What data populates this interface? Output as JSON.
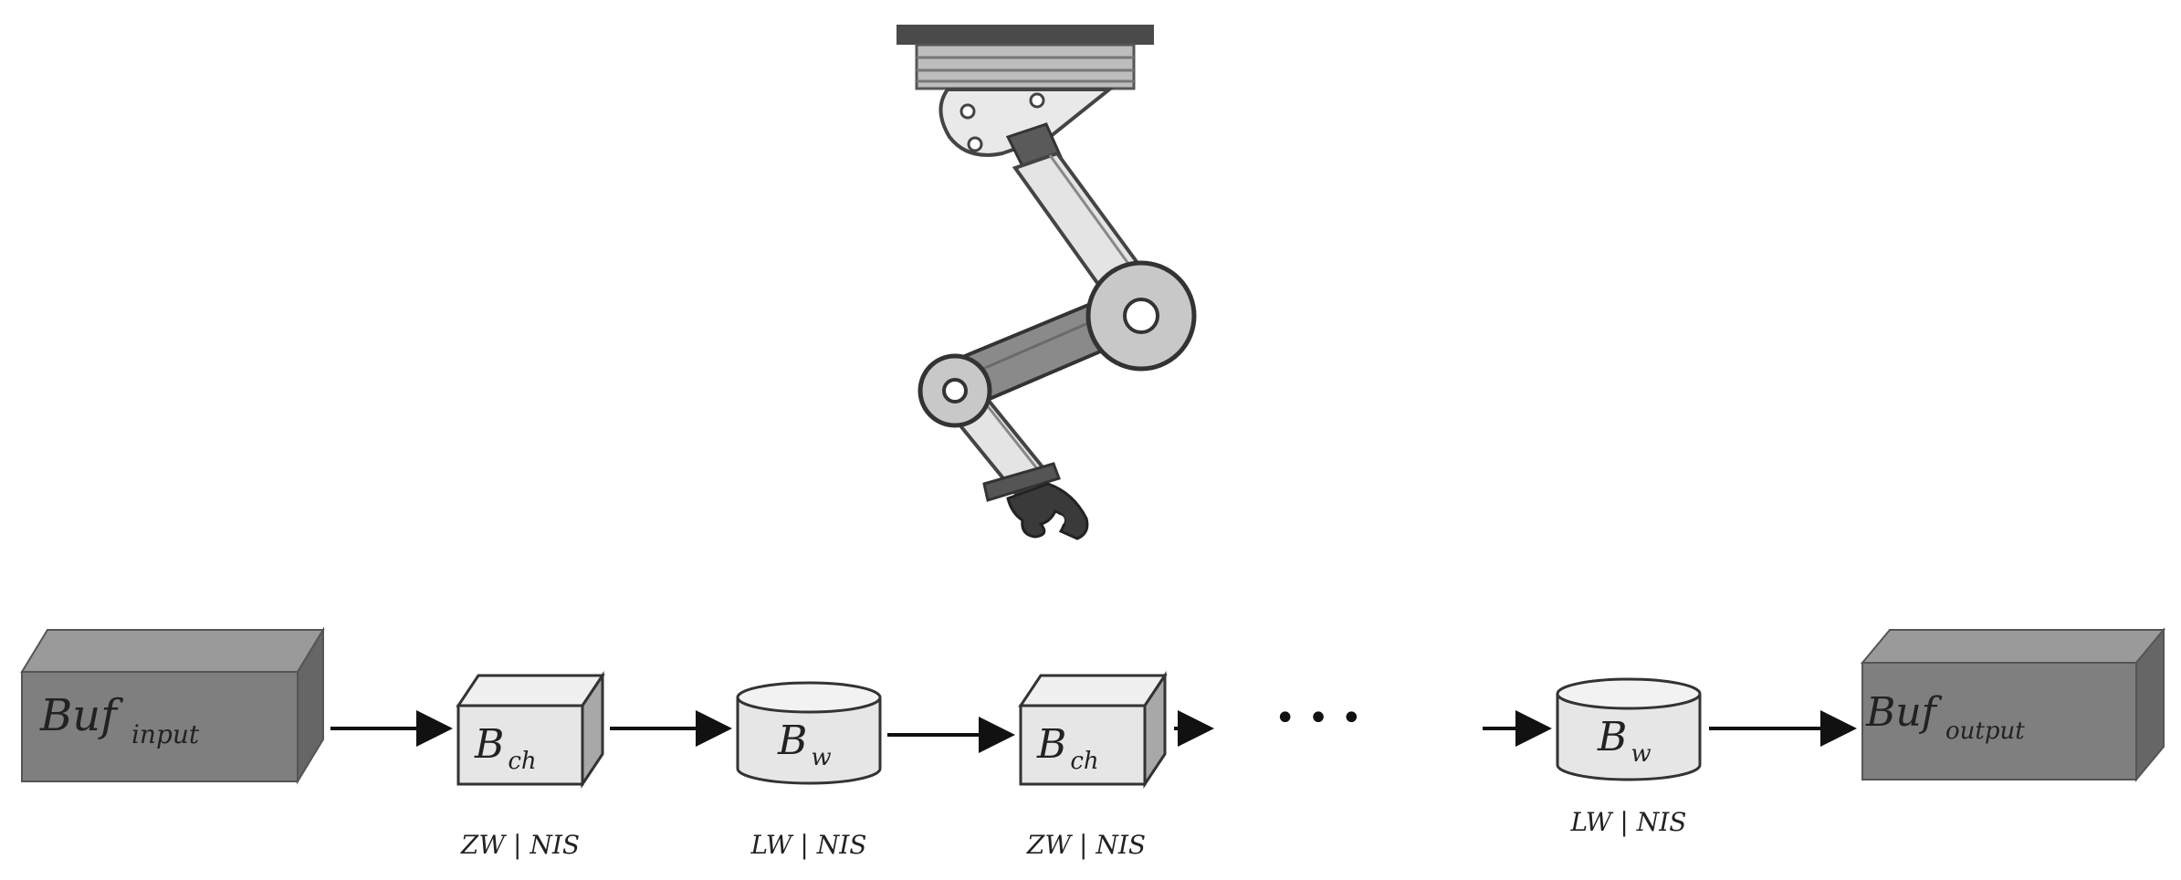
{
  "colors": {
    "buffer_front": "#7f7f7f",
    "buffer_top": "#9a9a9a",
    "buffer_side": "#666666",
    "node_fill": "#e6e6e6",
    "node_side": "#a8a8a8",
    "arm_light": "#e4e4e4",
    "arm_dark": "#8a8a8a",
    "mount": "#4a4a4a",
    "arrow": "#111111"
  },
  "buffers": {
    "input": {
      "base": "Buf",
      "sub": "input"
    },
    "output": {
      "base": "Buf",
      "sub": "output"
    }
  },
  "nodes": [
    {
      "shape": "cube",
      "base": "B",
      "sub": "ch",
      "caption": "ZW | NIS"
    },
    {
      "shape": "cylinder",
      "base": "B",
      "sub": "w",
      "caption": "LW | NIS"
    },
    {
      "shape": "cube",
      "base": "B",
      "sub": "ch",
      "caption": "ZW | NIS"
    },
    {
      "shape": "cylinder",
      "base": "B",
      "sub": "w",
      "caption": "LW | NIS"
    }
  ],
  "ellipsis": "• • •",
  "robot": {
    "icon": "robot-arm-icon"
  }
}
